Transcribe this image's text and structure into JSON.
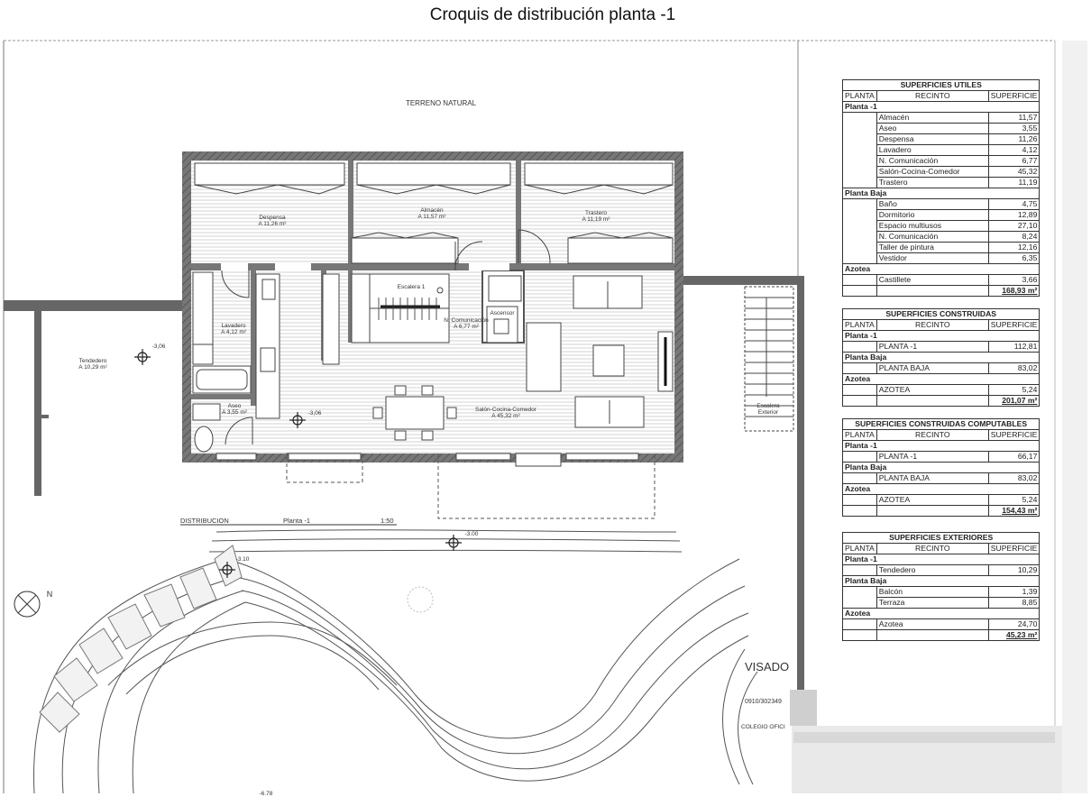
{
  "title": "Croquis de distribución planta -1",
  "plan": {
    "terreno": "TERRENO NATURAL",
    "rooms": [
      {
        "name": "Despensa",
        "area": "A 11,26 m²"
      },
      {
        "name": "Almacén",
        "area": "A 11,57 m²"
      },
      {
        "name": "Trastero",
        "area": "A 11,19 m²"
      },
      {
        "name": "Lavadero",
        "area": "A 4,12 m²"
      },
      {
        "name": "Aseo",
        "area": "A 3,55 m²"
      },
      {
        "name": "Escalera 1",
        "area": ""
      },
      {
        "name": "N. Comunicación",
        "area": "A 6,77 m²"
      },
      {
        "name": "Ascensor",
        "area": ""
      },
      {
        "name": "Salón-Cocina-Comedor",
        "area": "A 45,32 m²"
      },
      {
        "name": "Tendedero",
        "area": "A 10,29 m²"
      },
      {
        "name": "Escalera",
        "area": "Exterior"
      }
    ],
    "levels": [
      "-3,06",
      "-3,06",
      "-3.00",
      "-3.10",
      "-6.78"
    ],
    "caption": {
      "label": "DISTRIBUCION",
      "floor": "Planta -1",
      "scale": "1:50"
    },
    "north": "N",
    "visado": "VISADO",
    "visado_code": "0910/302349",
    "colegio": "COLEGIO OFICI"
  },
  "tables": [
    {
      "title": "SUPERFICIES UTILES",
      "headers": [
        "PLANTA",
        "RECINTO",
        "SUPERFICIE"
      ],
      "groups": [
        {
          "name": "Planta -1",
          "rows": [
            [
              "Almacén",
              "11,57"
            ],
            [
              "Aseo",
              "3,55"
            ],
            [
              "Despensa",
              "11,26"
            ],
            [
              "Lavadero",
              "4,12"
            ],
            [
              "N. Comunicación",
              "6,77"
            ],
            [
              "Salón-Cocina-Comedor",
              "45,32"
            ],
            [
              "Trastero",
              "11,19"
            ]
          ]
        },
        {
          "name": "Planta Baja",
          "rows": [
            [
              "Baño",
              "4,75"
            ],
            [
              "Dormitorio",
              "12,89"
            ],
            [
              "Espacio multiusos",
              "27,10"
            ],
            [
              "N. Comunicación",
              "8,24"
            ],
            [
              "Taller de pintura",
              "12,16"
            ],
            [
              "Vestidor",
              "6,35"
            ]
          ]
        },
        {
          "name": "Azotea",
          "rows": [
            [
              "Castillete",
              "3,66"
            ]
          ]
        }
      ],
      "total": "168,93 m²"
    },
    {
      "title": "SUPERFICIES CONSTRUIDAS",
      "headers": [
        "PLANTA",
        "RECINTO",
        "SUPERFICIE"
      ],
      "groups": [
        {
          "name": "Planta -1",
          "rows": [
            [
              "PLANTA -1",
              "112,81"
            ]
          ]
        },
        {
          "name": "Planta Baja",
          "rows": [
            [
              "PLANTA BAJA",
              "83,02"
            ]
          ]
        },
        {
          "name": "Azotea",
          "rows": [
            [
              "AZOTEA",
              "5,24"
            ]
          ]
        }
      ],
      "total": "201,07 m²"
    },
    {
      "title": "SUPERFICIES CONSTRUIDAS COMPUTABLES",
      "headers": [
        "PLANTA",
        "RECINTO",
        "SUPERFICIE"
      ],
      "groups": [
        {
          "name": "Planta -1",
          "rows": [
            [
              "PLANTA -1",
              "66,17"
            ]
          ]
        },
        {
          "name": "Planta Baja",
          "rows": [
            [
              "PLANTA BAJA",
              "83,02"
            ]
          ]
        },
        {
          "name": "Azotea",
          "rows": [
            [
              "AZOTEA",
              "5,24"
            ]
          ]
        }
      ],
      "total": "154,43 m²"
    },
    {
      "title": "SUPERFICIES EXTERIORES",
      "headers": [
        "PLANTA",
        "RECINTO",
        "SUPERFICIE"
      ],
      "groups": [
        {
          "name": "Planta -1",
          "rows": [
            [
              "Tendedero",
              "10,29"
            ]
          ]
        },
        {
          "name": "Planta Baja",
          "rows": [
            [
              "Balcón",
              "1,39"
            ],
            [
              "Terraza",
              "8,85"
            ]
          ]
        },
        {
          "name": "Azotea",
          "rows": [
            [
              "Azotea",
              "24,70"
            ]
          ]
        }
      ],
      "total": "45,23 m²"
    }
  ]
}
